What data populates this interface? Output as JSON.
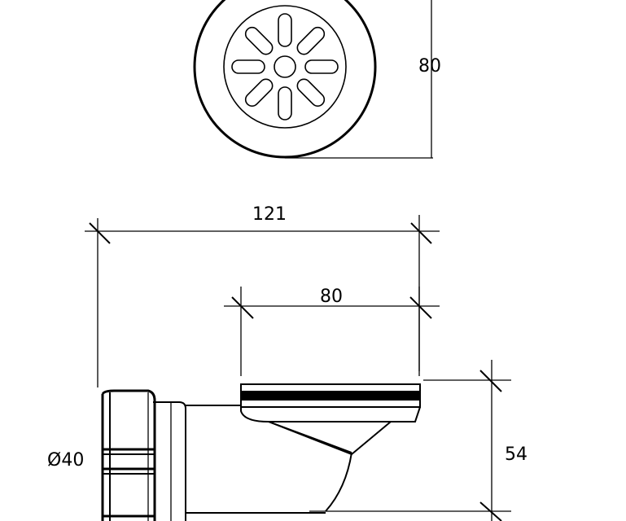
{
  "dimensions": {
    "top_height": "80",
    "overall_width": "121",
    "flange_width": "80",
    "pipe_diameter": "Ø40",
    "height": "54"
  },
  "colors": {
    "line": "#000000",
    "background": "#ffffff"
  }
}
